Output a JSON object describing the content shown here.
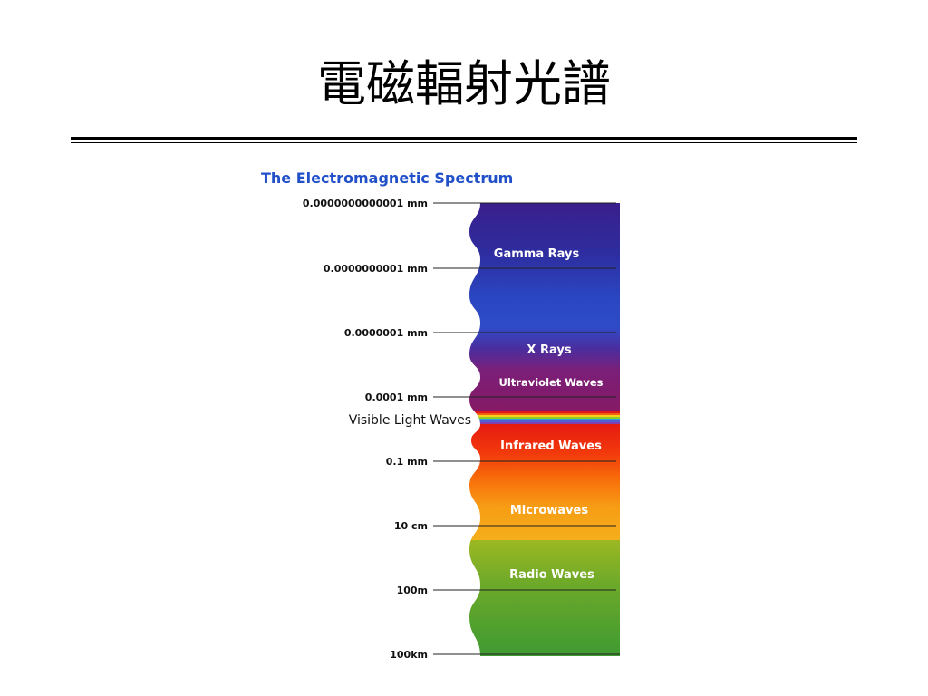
{
  "slide": {
    "title": "電磁輻射光譜"
  },
  "figure": {
    "title": "The Electromagnetic Spectrum",
    "scale_labels": [
      "0.0000000000001 mm",
      "0.0000000001 mm",
      "0.0000001 mm",
      "0.0001 mm",
      "0.1 mm",
      "10 cm",
      "100m",
      "100km"
    ],
    "visible_label": "Visible Light Waves",
    "bands": [
      {
        "name": "Gamma Rays",
        "color_top": "#3a1f8c",
        "color_bottom": "#2a3fb8"
      },
      {
        "name": "X Rays",
        "color_top": "#2f48c4",
        "color_bottom": "#5a2a9a"
      },
      {
        "name": "Ultraviolet Waves",
        "color_top": "#6a1f7a",
        "color_bottom": "#8a1860"
      },
      {
        "name": "Infrared Waves",
        "color_top": "#e81d10",
        "color_bottom": "#f0400c"
      },
      {
        "name": "Microwaves",
        "color_top": "#f86a0a",
        "color_bottom": "#f6a818"
      },
      {
        "name": "Radio Waves",
        "color_top": "#8cb424",
        "color_bottom": "#48a030"
      }
    ],
    "visible_colors": [
      "#e01818",
      "#f06010",
      "#f8d020",
      "#8ad020",
      "#30a0e0",
      "#5060d0",
      "#8040b0"
    ]
  }
}
